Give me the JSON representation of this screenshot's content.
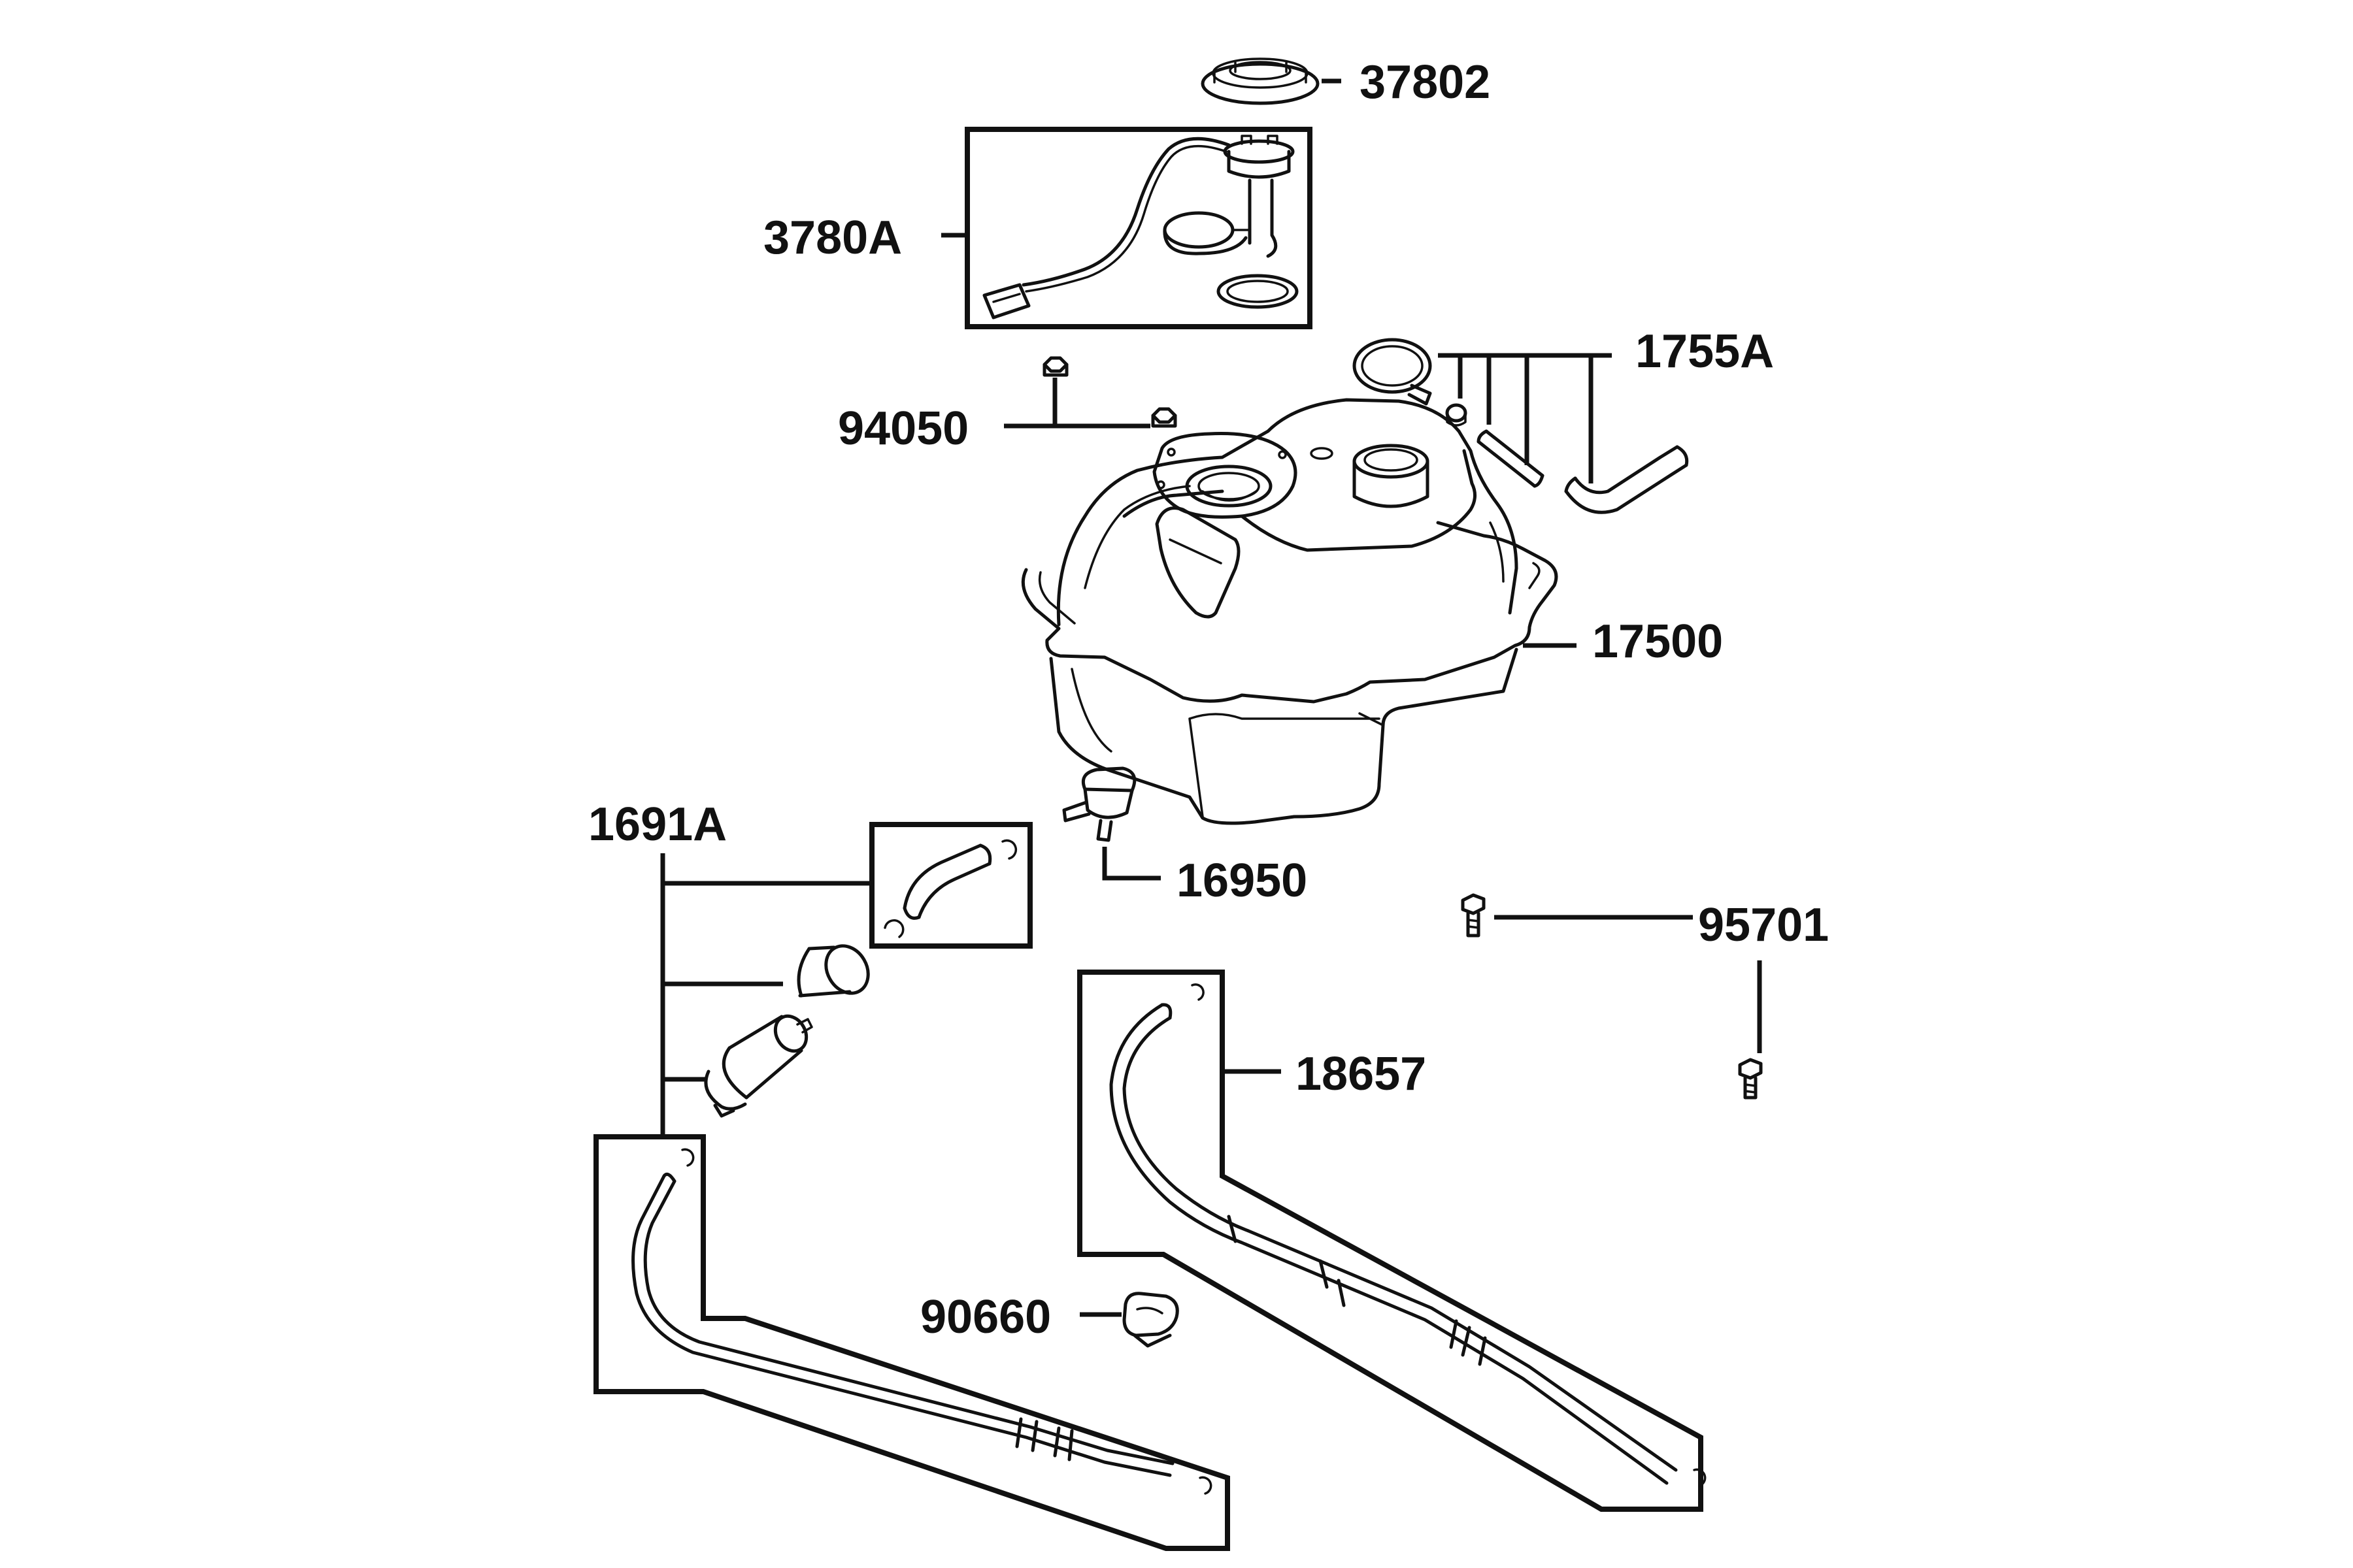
{
  "diagram": {
    "labels": {
      "p37802": "37802",
      "p3780A": "3780A",
      "p1755A": "1755A",
      "p94050": "94050",
      "p17500": "17500",
      "p1691A": "1691A",
      "p16950": "16950",
      "p95701": "95701",
      "p18657": "18657",
      "p90660": "90660"
    }
  }
}
